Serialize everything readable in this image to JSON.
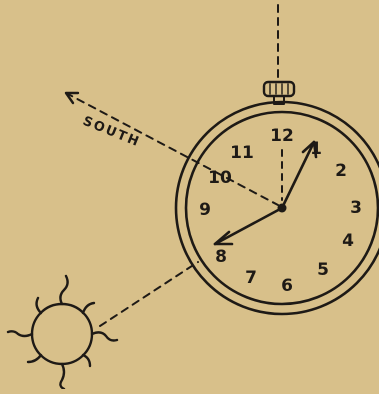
{
  "colors": {
    "background": "#d8c08a",
    "ink": "#1e1a16"
  },
  "labels": {
    "direction": "SOUTH"
  },
  "watch": {
    "numerals": [
      "1",
      "2",
      "3",
      "4",
      "5",
      "6",
      "7",
      "8",
      "9",
      "10",
      "11",
      "12"
    ],
    "hour_hand_points_to": "8",
    "minute_hand_points_to": "1"
  },
  "icons": [
    "sun-icon",
    "watch-crown-icon",
    "arrowhead-icon"
  ]
}
